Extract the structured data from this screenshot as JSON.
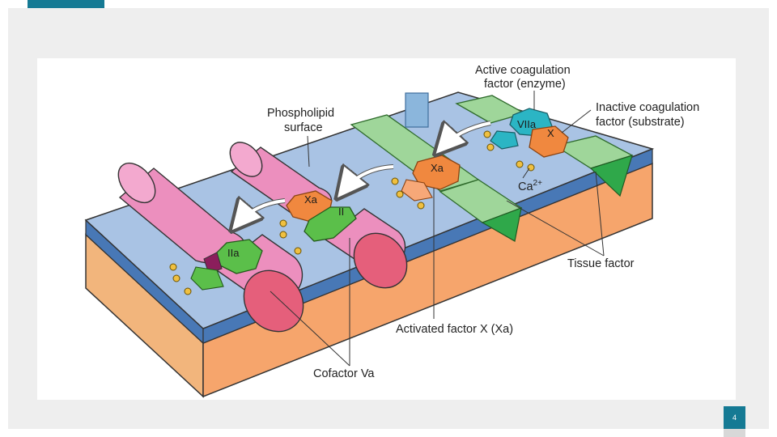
{
  "slide": {
    "page_number": "4",
    "accent_color": "#157a94"
  },
  "figure": {
    "labels": {
      "phospholipid": [
        "Phospholipid",
        "surface"
      ],
      "active_factor": [
        "Active coagulation",
        "factor (enzyme)"
      ],
      "inactive_factor": [
        "Inactive coagulation",
        "factor (substrate)"
      ],
      "tissue_factor": "Tissue factor",
      "activated_x": "Activated factor X (Xa)",
      "cofactor": "Cofactor Va",
      "calcium": "Ca",
      "calcium_superscript": "2+"
    },
    "molecules": {
      "viia": "VIIa",
      "x": "X",
      "xa_center": "Xa",
      "xa_left": "Xa",
      "ii": "II",
      "iia": "IIa"
    },
    "colors": {
      "surface_top": "#a9c3e4",
      "surface_edge": "#4878b6",
      "base": "#f2b57c",
      "tissue_factor": "#9fd69a",
      "enzyme": "#2bb5c4",
      "substrate": "#f0883f",
      "cofactor": "#ec8fbe",
      "prothrombin": "#5bbf4a"
    }
  }
}
